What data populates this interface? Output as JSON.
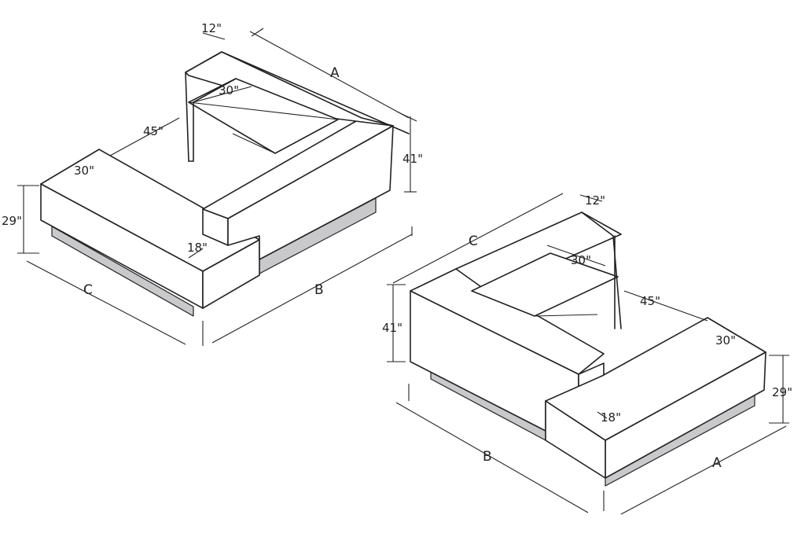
{
  "desk_left": {
    "dim_panel_depth": "12\"",
    "dim_a": "A",
    "dim_shelf": "30\"",
    "dim_height_tall": "41\"",
    "dim_return_len": "45\"",
    "dim_top_depth": "30\"",
    "dim_height_low": "29\"",
    "dim_step": "18\"",
    "dim_c": "C",
    "dim_b": "B"
  },
  "desk_right": {
    "dim_panel_depth": "12\"",
    "dim_c": "C",
    "dim_shelf": "30\"",
    "dim_return_len": "45\"",
    "dim_height_tall": "41\"",
    "dim_top_depth": "30\"",
    "dim_height_low": "29\"",
    "dim_step": "18\"",
    "dim_b": "B",
    "dim_a": "A"
  }
}
